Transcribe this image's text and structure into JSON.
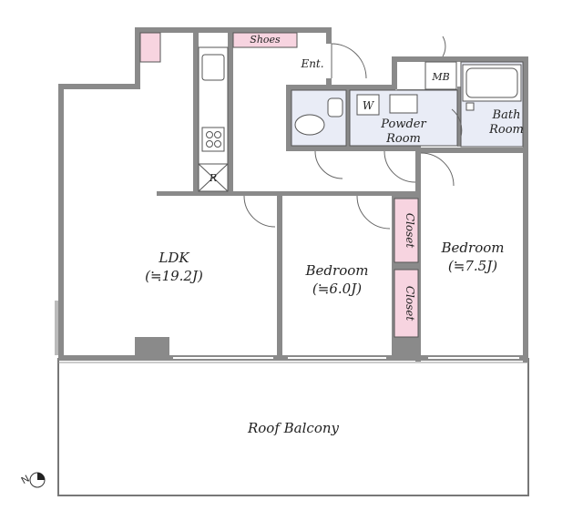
{
  "rooms": {
    "ldk": {
      "name": "LDK",
      "area": "(≒19.2J)"
    },
    "bedroom_center": {
      "name": "Bedroom",
      "area": "(≒6.0J)"
    },
    "bedroom_right": {
      "name": "Bedroom",
      "area": "(≒7.5J)"
    },
    "bath": {
      "line1": "Bath",
      "line2": "Room"
    },
    "powder": {
      "line1": "Powder",
      "line2": "Room"
    },
    "entrance": "Ent.",
    "shoes": "Shoes",
    "mb": "MB",
    "washer": "W",
    "fridge": "R",
    "closet_upper": "Closet",
    "closet_lower": "Closet",
    "balcony": "Roof Balcony"
  },
  "compass": {
    "label": "N"
  },
  "colors": {
    "wall": "#8a8a8a",
    "floor": "#ffffff",
    "wet_area": "#e9ecf6",
    "storage": "#f7d4e0",
    "line": "#555555"
  }
}
